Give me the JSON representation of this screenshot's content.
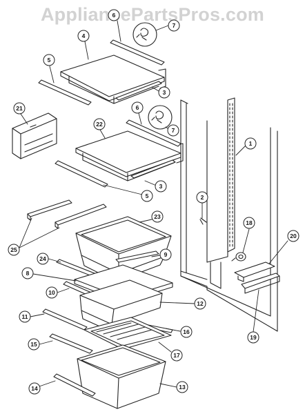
{
  "watermark": "AppliancePartsPros.com",
  "ink": "#222222",
  "callouts": [
    "1",
    "2",
    "3",
    "4",
    "5",
    "6",
    "7",
    "8",
    "9",
    "10",
    "11",
    "12",
    "13",
    "14",
    "15",
    "16",
    "17",
    "18",
    "19",
    "20",
    "21",
    "22",
    "23",
    "24",
    "25"
  ],
  "parts": {
    "p1": "1",
    "p2": "2",
    "p3a": "3",
    "p3b": "3",
    "p4": "4",
    "p5a": "5",
    "p5b": "5",
    "p6a": "6",
    "p6b": "6",
    "p7a": "7",
    "p7b": "7",
    "p8": "8",
    "p9": "9",
    "p10": "10",
    "p11": "11",
    "p12": "12",
    "p13": "13",
    "p14": "14",
    "p15": "15",
    "p16": "16",
    "p17": "17",
    "p18": "18",
    "p19": "19",
    "p20": "20",
    "p21": "21",
    "p22": "22",
    "p23": "23",
    "p24": "24",
    "p25": "25"
  }
}
